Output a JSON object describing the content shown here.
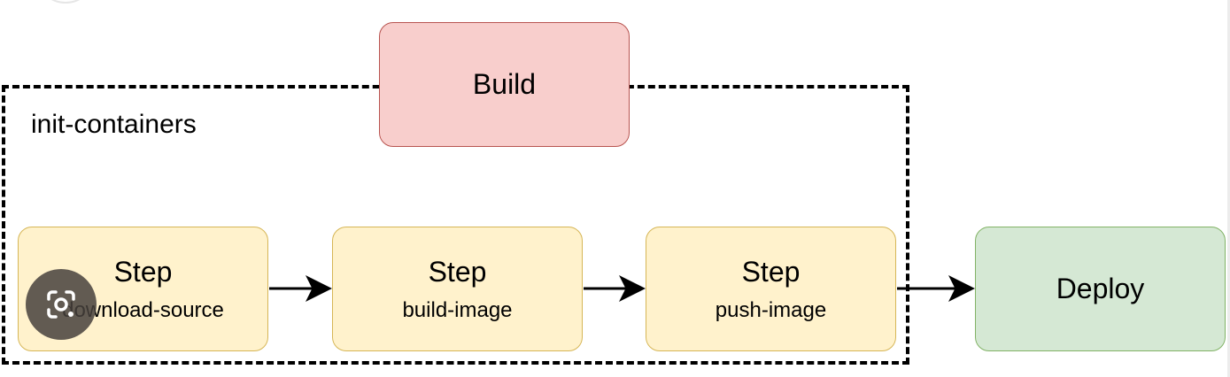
{
  "group": {
    "label": "init-containers"
  },
  "build": {
    "label": "Build"
  },
  "steps": [
    {
      "title": "Step",
      "subtitle": "download-source"
    },
    {
      "title": "Step",
      "subtitle": "build-image"
    },
    {
      "title": "Step",
      "subtitle": "push-image"
    }
  ],
  "deploy": {
    "label": "Deploy"
  },
  "colors": {
    "build_fill": "#f8cecc",
    "build_stroke": "#b85450",
    "step_fill": "#fff2cc",
    "step_stroke": "#d6b656",
    "deploy_fill": "#d5e8d4",
    "deploy_stroke": "#82b366"
  },
  "icons": {
    "overlay": "lens-camera-icon"
  }
}
